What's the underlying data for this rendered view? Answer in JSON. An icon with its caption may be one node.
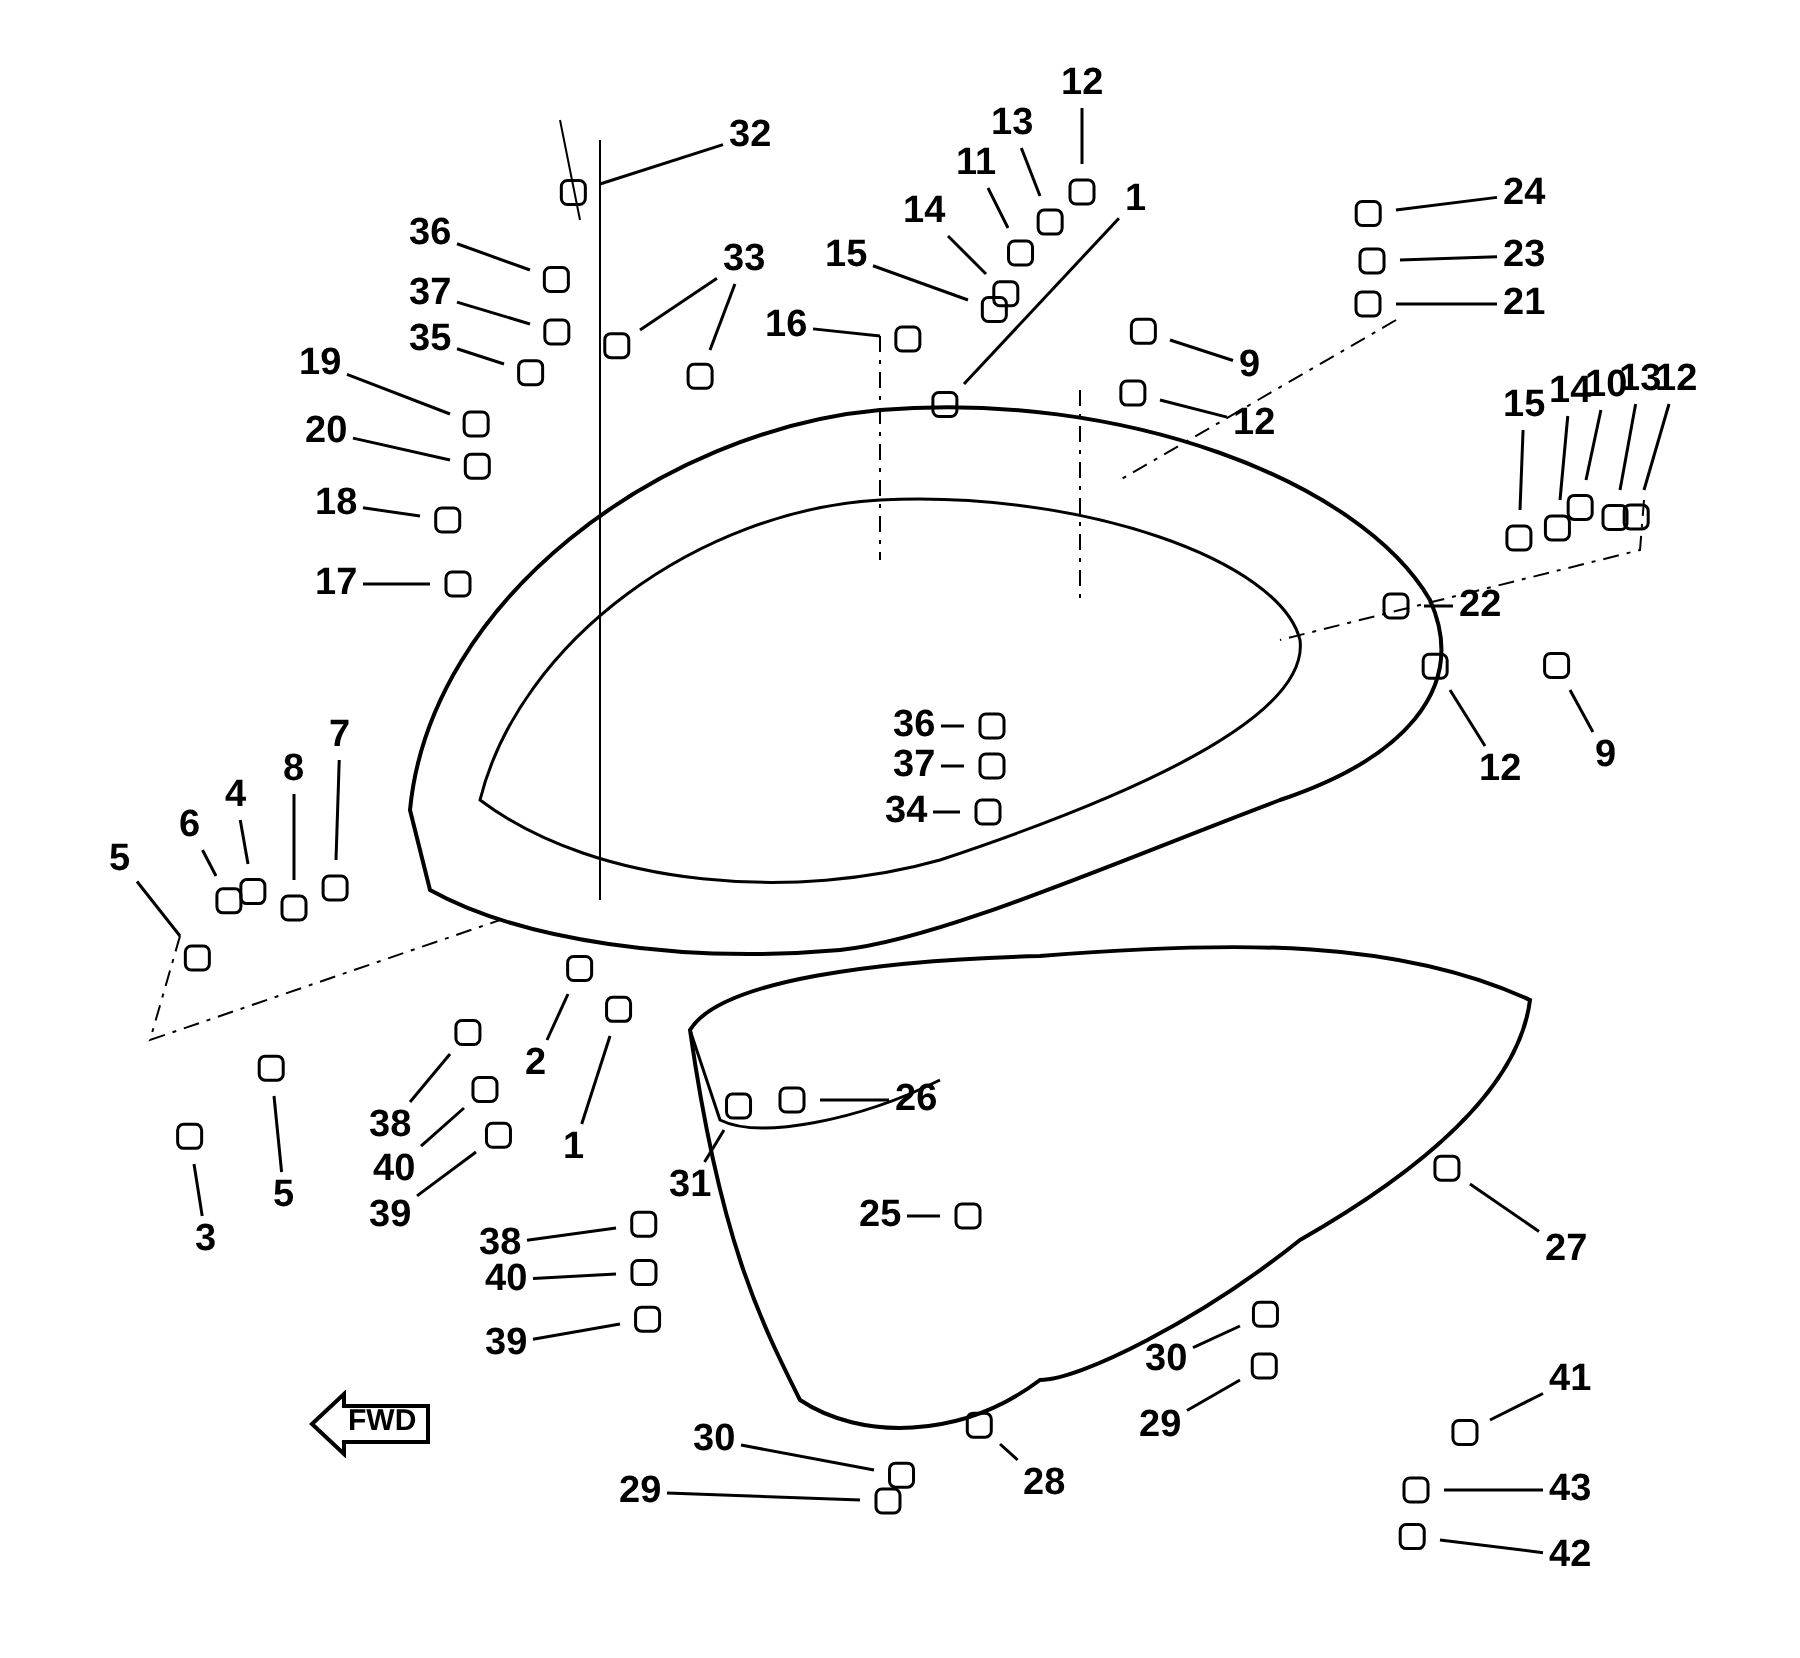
{
  "diagram": {
    "nodes": [
      {
        "text": [
          "32"
        ]
      },
      {
        "text": [
          "12"
        ]
      },
      {
        "text": [
          "13"
        ]
      },
      {
        "text": [
          "11"
        ]
      },
      {
        "text": [
          "1"
        ]
      },
      {
        "text": [
          "14"
        ]
      },
      {
        "text": [
          "15"
        ]
      },
      {
        "text": [
          "36"
        ]
      },
      {
        "text": [
          "24"
        ]
      },
      {
        "text": [
          "23"
        ]
      },
      {
        "text": [
          "37"
        ]
      },
      {
        "text": [
          "33"
        ]
      },
      {
        "text": [
          "21"
        ]
      },
      {
        "text": [
          "35"
        ]
      },
      {
        "text": [
          "16"
        ]
      },
      {
        "text": [
          "9"
        ]
      },
      {
        "text": [
          "19"
        ]
      },
      {
        "text": [
          "12"
        ]
      },
      {
        "text": [
          "15"
        ]
      },
      {
        "text": [
          "14"
        ]
      },
      {
        "text": [
          "10"
        ]
      },
      {
        "text": [
          "13"
        ]
      },
      {
        "text": [
          "12"
        ]
      },
      {
        "text": [
          "20"
        ]
      },
      {
        "text": [
          "18"
        ]
      },
      {
        "text": [
          "17"
        ]
      },
      {
        "text": [
          "22"
        ]
      },
      {
        "text": [
          "36"
        ]
      },
      {
        "text": [
          "7"
        ]
      },
      {
        "text": [
          "37"
        ]
      },
      {
        "text": [
          "12"
        ]
      },
      {
        "text": [
          "9"
        ]
      },
      {
        "text": [
          "8"
        ]
      },
      {
        "text": [
          "4"
        ]
      },
      {
        "text": [
          "34"
        ]
      },
      {
        "text": [
          "6"
        ]
      },
      {
        "text": [
          "5"
        ]
      },
      {
        "text": [
          "2"
        ]
      },
      {
        "text": [
          "38"
        ]
      },
      {
        "text": [
          "26"
        ]
      },
      {
        "text": [
          "40"
        ]
      },
      {
        "text": [
          "1"
        ]
      },
      {
        "text": [
          "31"
        ]
      },
      {
        "text": [
          "5"
        ]
      },
      {
        "text": [
          "39"
        ]
      },
      {
        "text": [
          "25"
        ]
      },
      {
        "text": [
          "38"
        ]
      },
      {
        "text": [
          "3"
        ]
      },
      {
        "text": [
          "27"
        ]
      },
      {
        "text": [
          "40"
        ]
      },
      {
        "text": [
          "39"
        ]
      },
      {
        "text": [
          "30"
        ]
      },
      {
        "text": [
          "41"
        ]
      },
      {
        "text": [
          "29"
        ]
      },
      {
        "text": [
          "FWD"
        ]
      },
      {
        "text": [
          "28"
        ]
      },
      {
        "text": [
          "30"
        ]
      },
      {
        "text": [
          "29"
        ]
      },
      {
        "text": [
          "43"
        ]
      },
      {
        "text": [
          "42"
        ]
      }
    ],
    "edges": [
      {
        "from": 0,
        "to": null,
        "arrow": "none"
      },
      {
        "from": 1,
        "to": null,
        "arrow": "none"
      },
      {
        "from": 2,
        "to": null,
        "arrow": "none"
      },
      {
        "from": 3,
        "to": null,
        "arrow": "none"
      },
      {
        "from": 4,
        "to": null,
        "arrow": "none"
      },
      {
        "from": 5,
        "to": null,
        "arrow": "none"
      },
      {
        "from": 6,
        "to": null,
        "arrow": "none"
      },
      {
        "from": 7,
        "to": null,
        "arrow": "none"
      },
      {
        "from": 8,
        "to": null,
        "arrow": "none"
      },
      {
        "from": 9,
        "to": null,
        "arrow": "none"
      },
      {
        "from": 10,
        "to": null,
        "arrow": "none"
      },
      {
        "from": 11,
        "to": null,
        "arrow": "none"
      },
      {
        "from": 11,
        "to": null,
        "arrow": "none"
      },
      {
        "from": 12,
        "to": null,
        "arrow": "none"
      },
      {
        "from": 13,
        "to": null,
        "arrow": "none"
      },
      {
        "from": 14,
        "to": null,
        "arrow": "none"
      },
      {
        "from": 15,
        "to": null,
        "arrow": "none"
      },
      {
        "from": 16,
        "to": null,
        "arrow": "none"
      },
      {
        "from": 17,
        "to": null,
        "arrow": "none"
      },
      {
        "from": 18,
        "to": null,
        "arrow": "none"
      },
      {
        "from": 19,
        "to": null,
        "arrow": "none"
      },
      {
        "from": 20,
        "to": null,
        "arrow": "none"
      },
      {
        "from": 21,
        "to": null,
        "arrow": "none"
      },
      {
        "from": 22,
        "to": null,
        "arrow": "none"
      },
      {
        "from": 23,
        "to": null,
        "arrow": "none"
      },
      {
        "from": 24,
        "to": null,
        "arrow": "none"
      },
      {
        "from": 25,
        "to": null,
        "arrow": "none"
      },
      {
        "from": 26,
        "to": null,
        "arrow": "none"
      },
      {
        "from": 27,
        "to": null,
        "arrow": "none"
      },
      {
        "from": 28,
        "to": null,
        "arrow": "none"
      },
      {
        "from": 29,
        "to": null,
        "arrow": "none"
      },
      {
        "from": 30,
        "to": null,
        "arrow": "none"
      },
      {
        "from": 31,
        "to": null,
        "arrow": "none"
      },
      {
        "from": 32,
        "to": null,
        "arrow": "none"
      },
      {
        "from": 33,
        "to": null,
        "arrow": "none"
      },
      {
        "from": 34,
        "to": null,
        "arrow": "none"
      },
      {
        "from": 35,
        "to": null,
        "arrow": "none"
      },
      {
        "from": 36,
        "to": null,
        "arrow": "none"
      },
      {
        "from": 37,
        "to": null,
        "arrow": "none"
      },
      {
        "from": 38,
        "to": null,
        "arrow": "none"
      },
      {
        "from": 39,
        "to": null,
        "arrow": "none"
      },
      {
        "from": 40,
        "to": null,
        "arrow": "none"
      },
      {
        "from": 41,
        "to": null,
        "arrow": "none"
      },
      {
        "from": 42,
        "to": null,
        "arrow": "none"
      },
      {
        "from": 43,
        "to": null,
        "arrow": "none"
      },
      {
        "from": 44,
        "to": null,
        "arrow": "none"
      },
      {
        "from": 45,
        "to": null,
        "arrow": "none"
      },
      {
        "from": 46,
        "to": null,
        "arrow": "none"
      },
      {
        "from": 47,
        "to": null,
        "arrow": "none"
      },
      {
        "from": 48,
        "to": null,
        "arrow": "none"
      },
      {
        "from": 49,
        "to": null,
        "arrow": "none"
      },
      {
        "from": 50,
        "to": null,
        "arrow": "none"
      },
      {
        "from": 51,
        "to": null,
        "arrow": "none"
      },
      {
        "from": 52,
        "to": null,
        "arrow": "none"
      },
      {
        "from": 53,
        "to": null,
        "arrow": "none"
      },
      {
        "from": 55,
        "to": null,
        "arrow": "none"
      },
      {
        "from": 56,
        "to": null,
        "arrow": "none"
      },
      {
        "from": 57,
        "to": null,
        "arrow": "none"
      },
      {
        "from": 58,
        "to": null,
        "arrow": "none"
      },
      {
        "from": 59,
        "to": null,
        "arrow": "none"
      }
    ]
  }
}
